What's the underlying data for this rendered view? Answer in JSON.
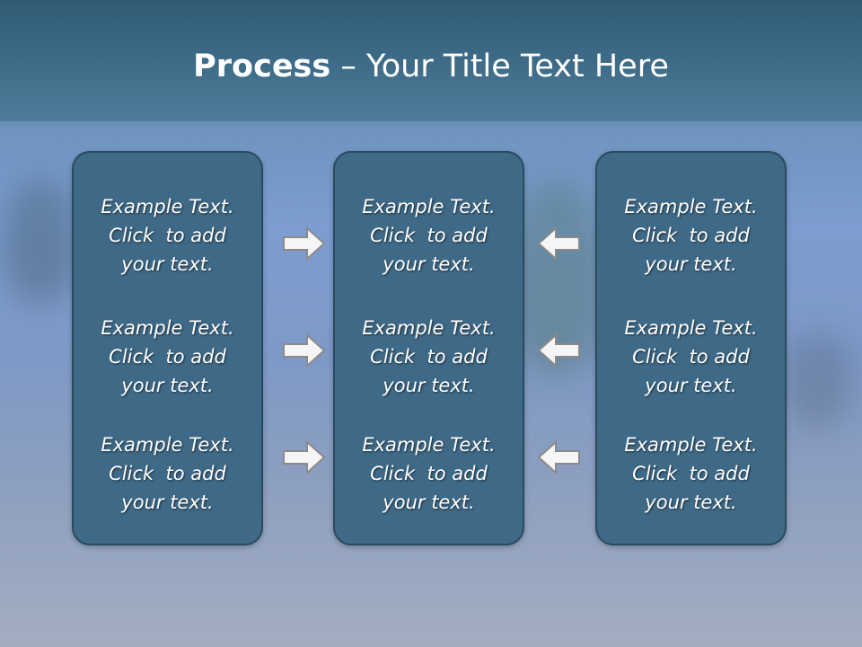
{
  "title": {
    "bold": "Process",
    "rest": " – Your Title Text Here"
  },
  "panels": [
    {
      "blocks": [
        {
          "line1": "Example Text.",
          "line2": "Click  to add",
          "line3": "your text."
        },
        {
          "line1": "Example Text.",
          "line2": "Click  to add",
          "line3": "your text."
        },
        {
          "line1": "Example Text.",
          "line2": "Click  to add",
          "line3": "your text."
        }
      ]
    },
    {
      "blocks": [
        {
          "line1": "Example Text.",
          "line2": "Click  to add",
          "line3": "your text."
        },
        {
          "line1": "Example Text.",
          "line2": "Click  to add",
          "line3": "your text."
        },
        {
          "line1": "Example Text.",
          "line2": "Click  to add",
          "line3": "your text."
        }
      ]
    },
    {
      "blocks": [
        {
          "line1": "Example Text.",
          "line2": "Click  to add",
          "line3": "your text."
        },
        {
          "line1": "Example Text.",
          "line2": "Click  to add",
          "line3": "your text."
        },
        {
          "line1": "Example Text.",
          "line2": "Click  to add",
          "line3": "your text."
        }
      ]
    }
  ],
  "icons": {
    "left_column_arrows": "arrow-right-icon",
    "right_column_arrows": "arrow-left-icon"
  },
  "colors": {
    "header": "#3f6d89",
    "panel_fill": "#3f6a87",
    "panel_border": "#2a4a60",
    "text": "#ffffff"
  }
}
